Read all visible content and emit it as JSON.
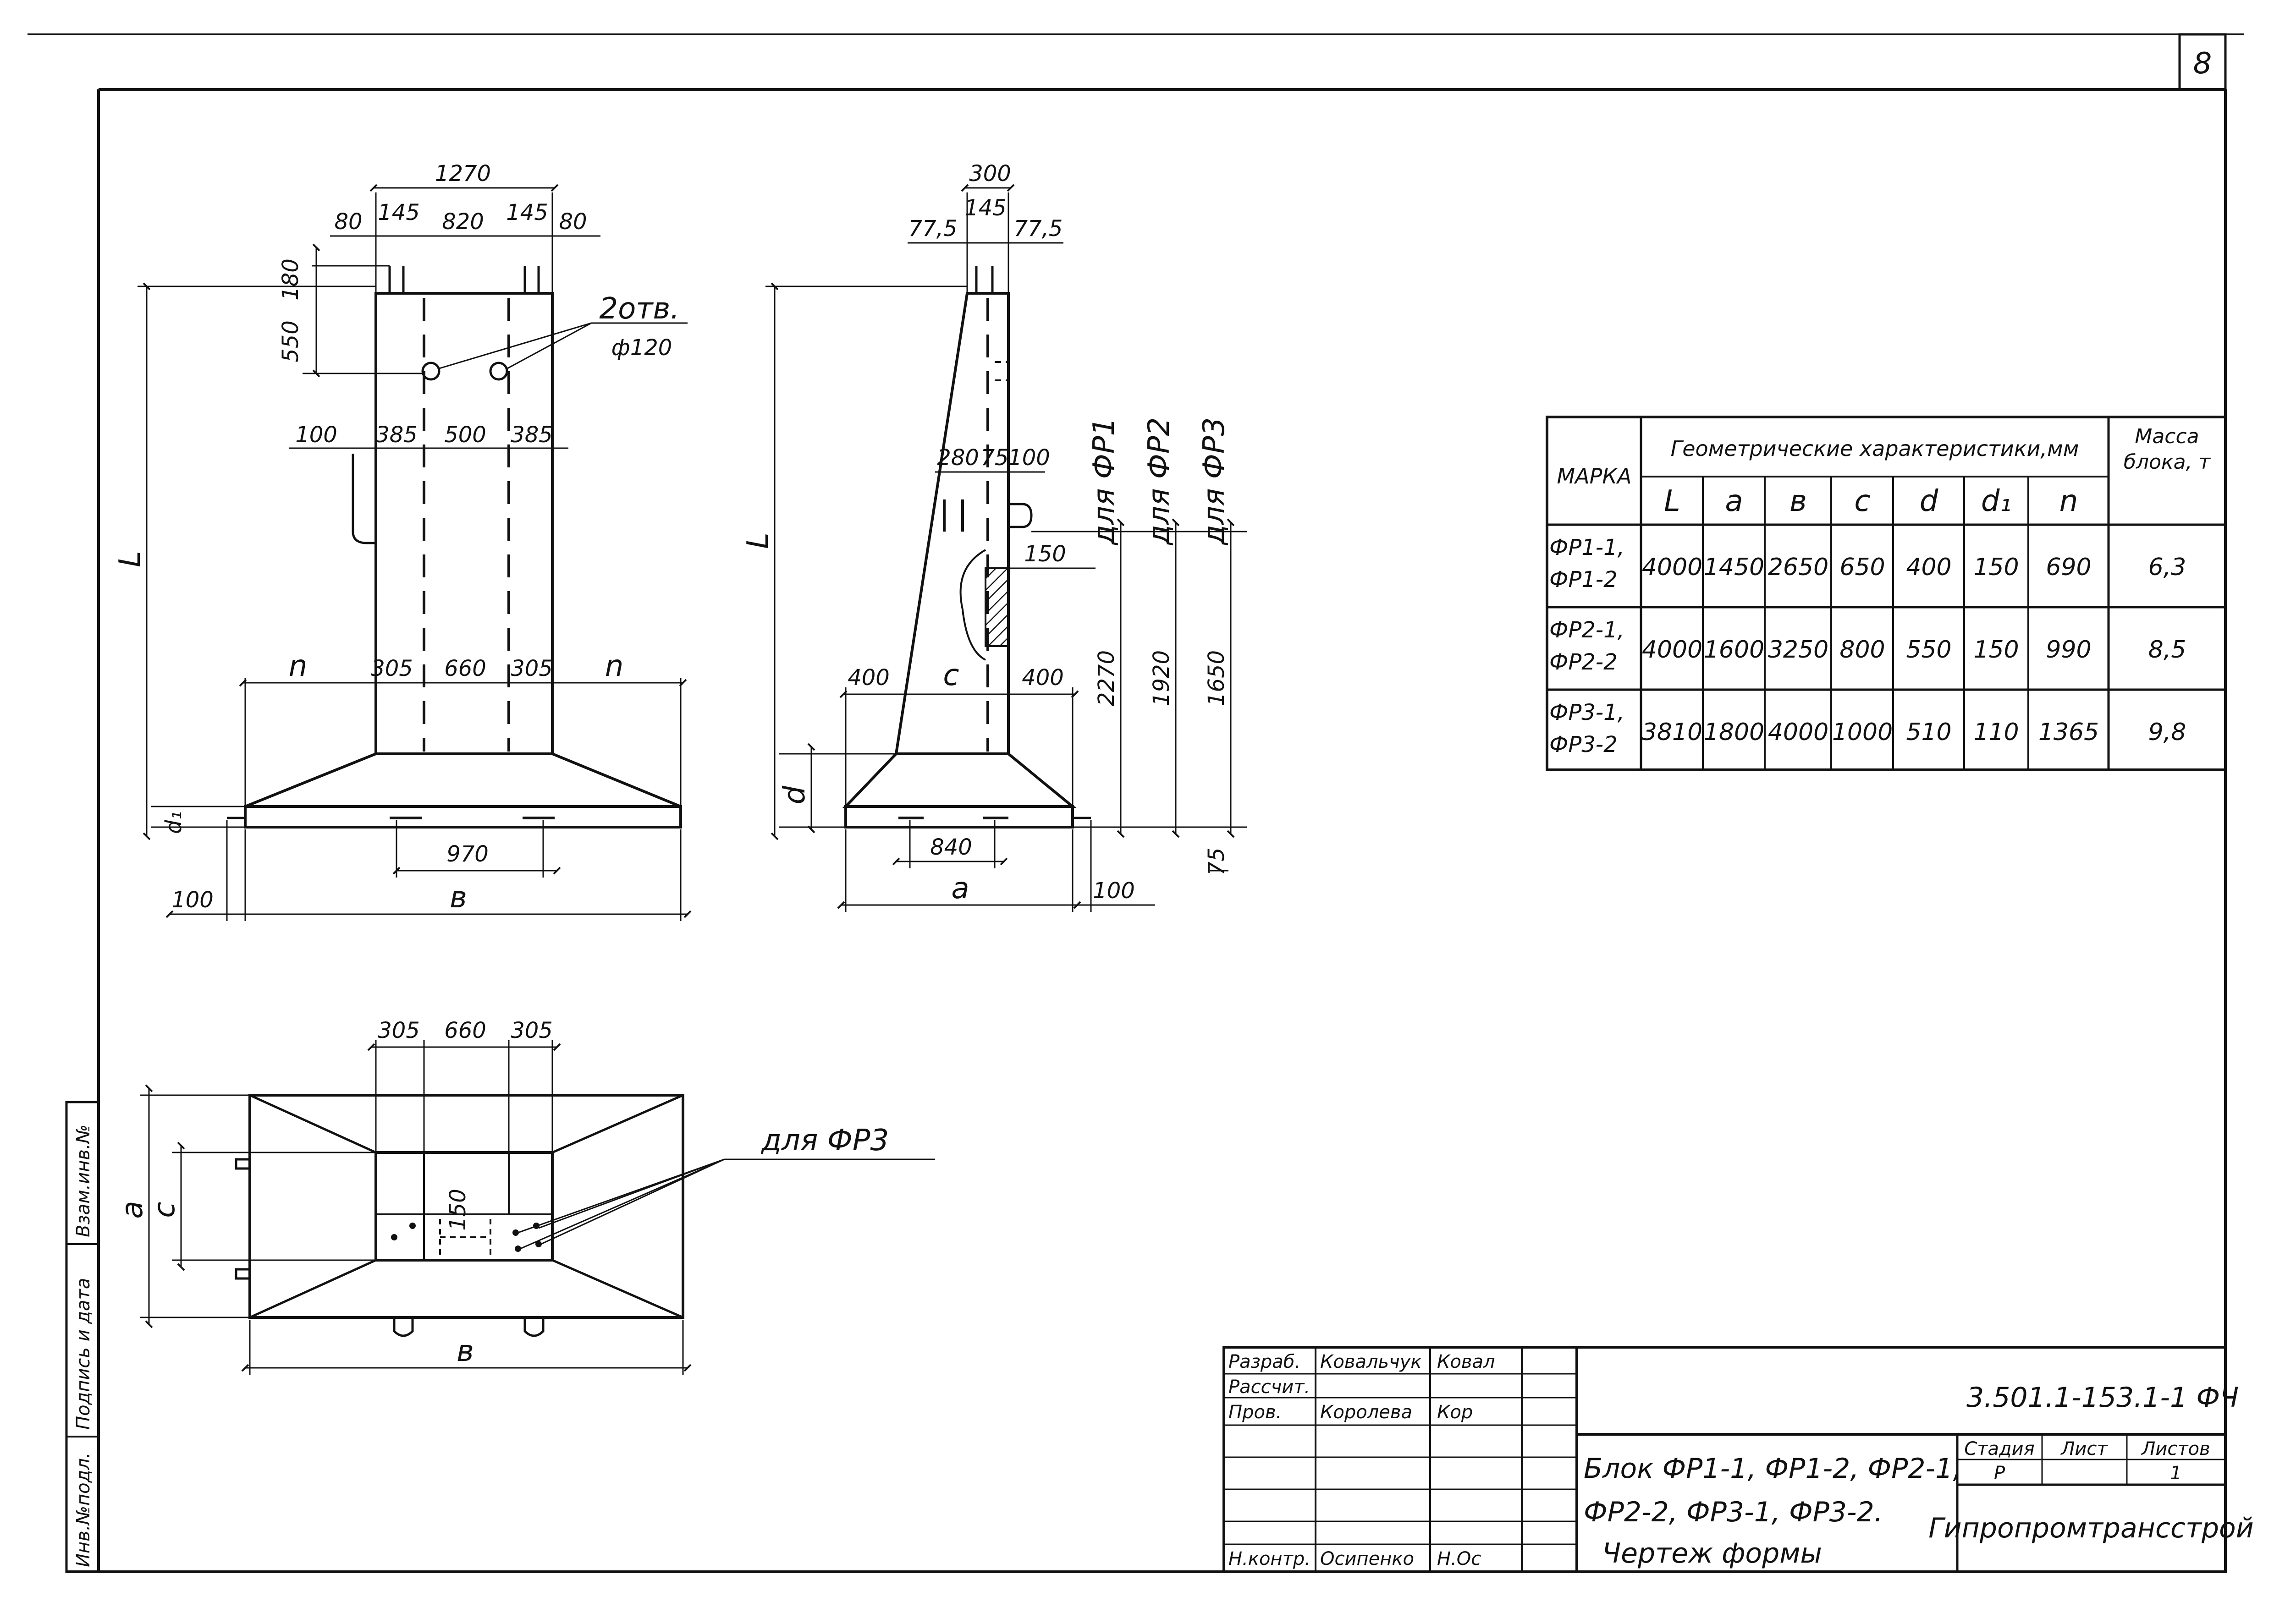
{
  "sheet": {
    "page_number": "8"
  },
  "front_view": {
    "top_dims": {
      "total": "1270",
      "left_edge": "80",
      "left_slot": "145",
      "middle": "820",
      "right_slot": "145",
      "right_edge": "80"
    },
    "hole_dims": {
      "top_offset": "180",
      "hole_depth": "550",
      "note_count": "2отв.",
      "note_dia": "ф120"
    },
    "mid_dims": {
      "edge": "100",
      "left": "385",
      "middle": "500",
      "right": "385"
    },
    "height_label": "L",
    "base_dims": {
      "n_left": "n",
      "left": "305",
      "middle": "660",
      "right": "305",
      "n_right": "n"
    },
    "d1_label": "d₁",
    "bottom_dims": {
      "slot": "970",
      "width": "в",
      "edge": "100"
    }
  },
  "side_view": {
    "top_dims": {
      "total": "300",
      "left": "77,5",
      "middle": "145",
      "right": "77,5"
    },
    "height_label": "L",
    "slot_dims": {
      "a": "280",
      "b": "75",
      "c": "100"
    },
    "cut_label": "150",
    "base_dims": {
      "left": "400",
      "middle": "c",
      "right": "400"
    },
    "d_label": "d",
    "bottom_dims": {
      "slot": "840",
      "width": "a",
      "edge": "100",
      "step": "75"
    },
    "heights": [
      {
        "for": "для ФР1",
        "value": "2270"
      },
      {
        "for": "для ФР2",
        "value": "1920"
      },
      {
        "for": "для ФР3",
        "value": "1650"
      }
    ]
  },
  "plan_view": {
    "top_dims": {
      "left": "305",
      "middle": "660",
      "right": "305"
    },
    "a_label": "a",
    "c_label": "c",
    "inner_dim": "150",
    "width_label": "в",
    "note": "для ФР3"
  },
  "table": {
    "header": {
      "mark": "МАРКА",
      "geom": "Геометрические характеристики,мм",
      "mass": "Масса блока, т"
    },
    "columns": [
      "L",
      "a",
      "в",
      "c",
      "d",
      "d₁",
      "n"
    ],
    "rows": [
      {
        "mark": "ФР1-1, ФР1-2",
        "L": "4000",
        "a": "1450",
        "b": "2650",
        "c": "650",
        "d": "400",
        "d1": "150",
        "n": "690",
        "mass": "6,3"
      },
      {
        "mark": "ФР2-1, ФР2-2",
        "L": "4000",
        "a": "1600",
        "b": "3250",
        "c": "800",
        "d": "550",
        "d1": "150",
        "n": "990",
        "mass": "8,5"
      },
      {
        "mark": "ФР3-1, ФР3-2",
        "L": "3810",
        "a": "1800",
        "b": "4000",
        "c": "1000",
        "d": "510",
        "d1": "110",
        "n": "1365",
        "mass": "9,8"
      }
    ]
  },
  "side_stamp": {
    "inv_no": "Инв.№подл.",
    "signature": "Подпись и дата",
    "replaced": "Взам.инв.№"
  },
  "title_block": {
    "doc_code": "3.501.1-153.1-1   ФЧ",
    "roles": [
      {
        "role": "Разраб.",
        "name": "Ковальчук",
        "sign": "Ковал"
      },
      {
        "role": "Рассчит.",
        "name": "",
        "sign": ""
      },
      {
        "role": "Пров.",
        "name": "Королева",
        "sign": "Кор"
      },
      {
        "role": "",
        "name": "",
        "sign": ""
      },
      {
        "role": "",
        "name": "",
        "sign": ""
      },
      {
        "role": "",
        "name": "",
        "sign": ""
      },
      {
        "role": "Н.контр.",
        "name": "Осипенко",
        "sign": "Н.Ос"
      }
    ],
    "title_lines": [
      "Блок ФР1-1, ФР1-2, ФР2-1,",
      "ФР2-2, ФР3-1, ФР3-2.",
      "Чертеж формы"
    ],
    "stage_label": "Стадия",
    "sheet_label": "Лист",
    "sheets_label": "Листов",
    "stage": "Р",
    "sheet": "",
    "sheets": "1",
    "org": "Гипропромтрансстрой"
  }
}
